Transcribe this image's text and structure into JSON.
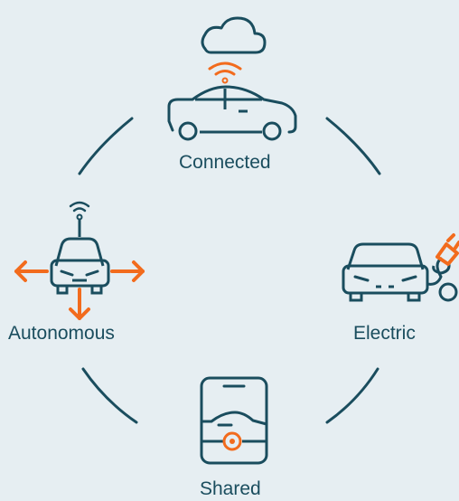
{
  "diagram": {
    "nodes": [
      {
        "id": "connected",
        "label": "Connected",
        "icon": "connected-car-cloud-icon"
      },
      {
        "id": "electric",
        "label": "Electric",
        "icon": "electric-car-plug-icon"
      },
      {
        "id": "shared",
        "label": "Shared",
        "icon": "phone-car-share-icon"
      },
      {
        "id": "autonomous",
        "label": "Autonomous",
        "icon": "autonomous-car-arrows-icon"
      }
    ],
    "colors": {
      "background": "#e6eef2",
      "primary": "#1a4d5e",
      "accent": "#f26b1d"
    }
  }
}
